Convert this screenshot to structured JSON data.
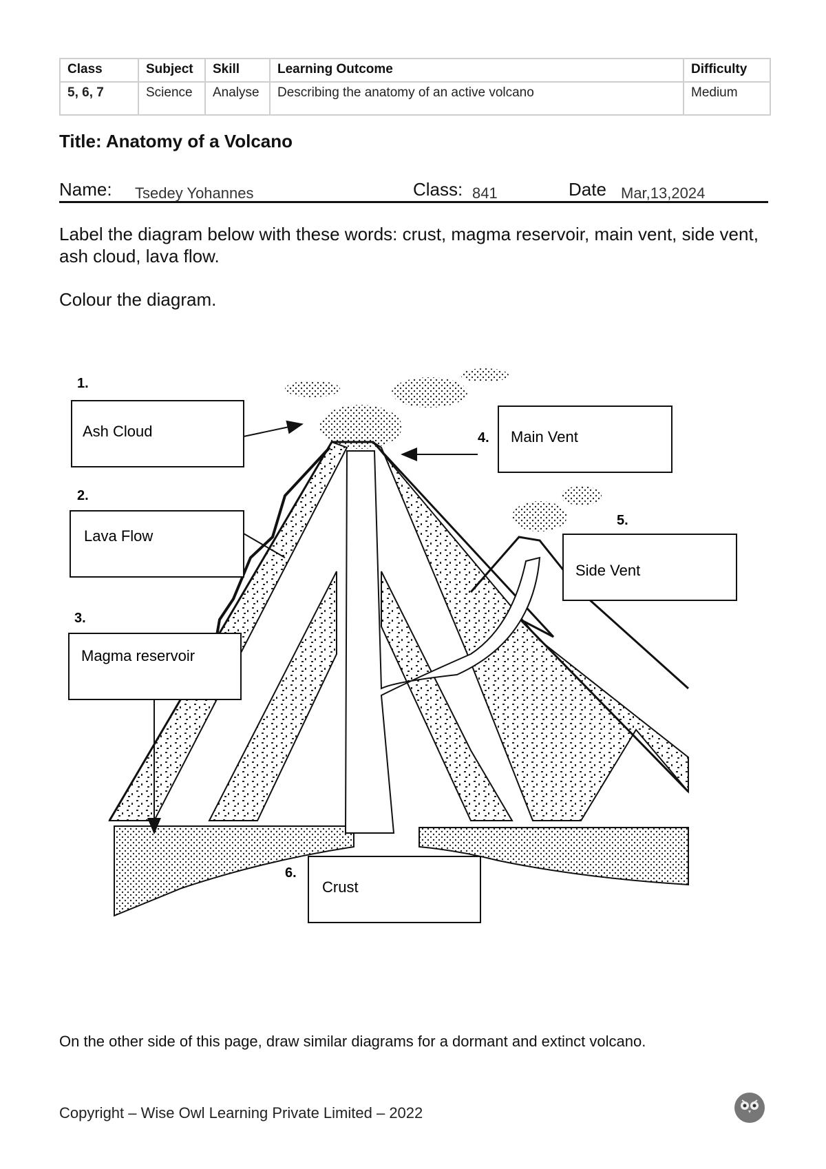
{
  "meta": {
    "headers": [
      "Class",
      "Subject",
      "Skill",
      "Learning Outcome",
      "Difficulty"
    ],
    "row": [
      "5, 6, 7",
      "Science",
      "Analyse",
      "Describing the anatomy of an active volcano",
      "Medium"
    ]
  },
  "title": "Title: Anatomy of a Volcano",
  "student": {
    "name_label": "Name:",
    "name_value": "Tsedey Yohannes",
    "class_label": "Class:",
    "class_value": "841",
    "date_label": "Date",
    "date_value": "Mar,13,2024"
  },
  "instructions": {
    "label_text": "Label the diagram below with these words: crust, magma reservoir, main vent, side vent, ash cloud, lava flow.",
    "colour_text": "Colour the diagram."
  },
  "diagram": {
    "labels": [
      {
        "number": "1.",
        "answer": "Ash Cloud"
      },
      {
        "number": "2.",
        "answer": "Lava Flow"
      },
      {
        "number": "3.",
        "answer": "Magma reservoir"
      },
      {
        "number": "4.",
        "answer": "Main Vent"
      },
      {
        "number": "5.",
        "answer": "Side Vent"
      },
      {
        "number": "6.",
        "answer": "Crust"
      }
    ]
  },
  "footer": {
    "note": "On the other side of this page, draw similar diagrams for a dormant and extinct volcano.",
    "copyright": "Copyright – Wise Owl Learning Private Limited – 2022",
    "logo_icon": "owl-logo-icon"
  }
}
